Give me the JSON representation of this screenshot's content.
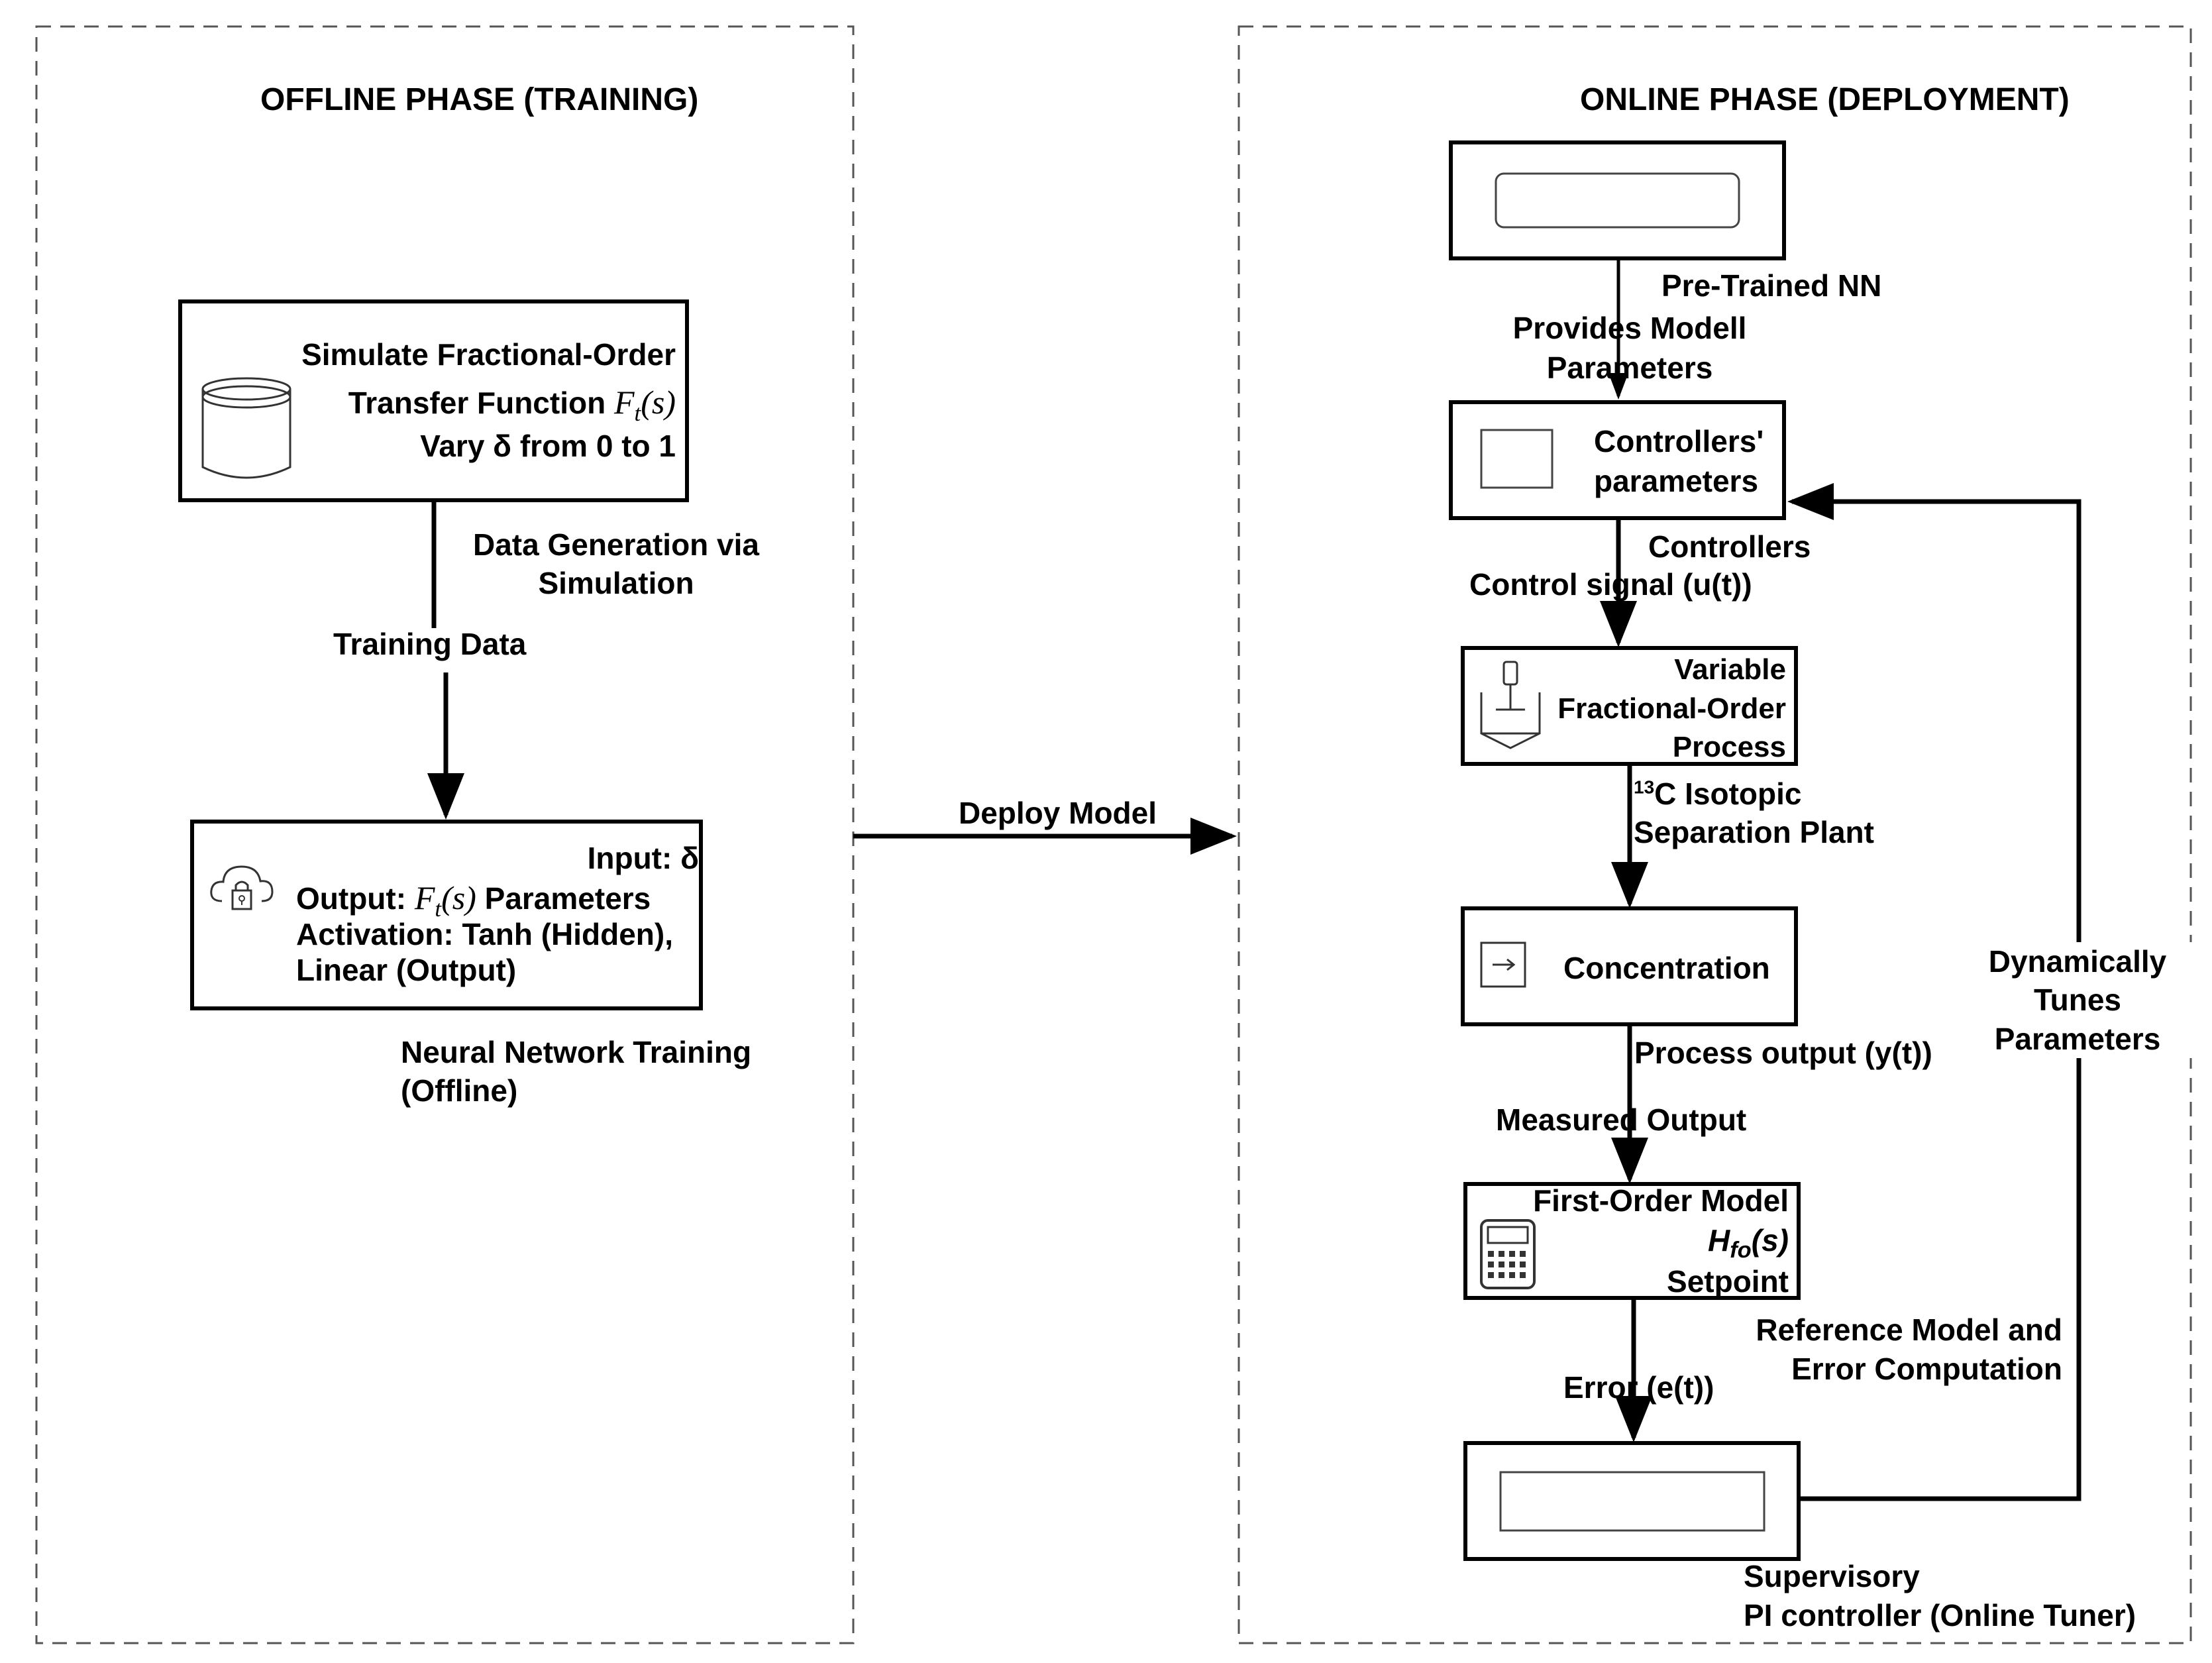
{
  "offline": {
    "title": "OFFLINE PHASE (TRAINING)",
    "simulate_box": {
      "line1": "Simulate Fractional-Order",
      "line2_prefix": "Transfer Function ",
      "line2_math": "F_t(s)",
      "line3": "Vary δ from 0 to 1"
    },
    "data_generation_label": "Data Generation via\nSimulation",
    "training_data_label": "Training Data",
    "nn_box": {
      "input": "Input: δ",
      "output_prefix": "Output: ",
      "output_math": "F_t(s)",
      "output_suffix": " Parameters",
      "activation": "Activation: Tanh (Hidden),",
      "linear": "Linear (Output)"
    },
    "nn_caption": "Neural Network Training\n(Offline)"
  },
  "deploy_label": "Deploy Model",
  "online": {
    "title": "ONLINE PHASE (DEPLOYMENT)",
    "pretrained_label": "Pre-Trained NN",
    "provides_label": "Provides Modell\nParameters",
    "controllers_params_box": "Controllers'\nparameters",
    "controllers_label": "Controllers",
    "control_signal_label": "Control signal (u(t))",
    "process_box": "Variable\nFractional-Order\nProcess",
    "isotopic_label_sup": "13",
    "isotopic_label": "C Isotopic\nSeparation Plant",
    "concentration_box": "Concentration",
    "process_output_label": "Process output (y(t))",
    "measured_output_label": "Measured Output",
    "first_order_box": {
      "line1": "First-Order Model",
      "math": "Hfo(s)",
      "line3": "Setpoint"
    },
    "reference_label": "Reference Model and\nError Computation",
    "error_label": "Error (e(t))",
    "supervisory_label": "Supervisory\nPI controller (Online Tuner)",
    "dynamic_label": "Dynamically\nTunes\nParameters"
  },
  "icons": [
    "database-icon",
    "cloud-lock-icon",
    "window-icon",
    "mixer-tank-icon",
    "arrow-box-icon",
    "calculator-icon"
  ]
}
